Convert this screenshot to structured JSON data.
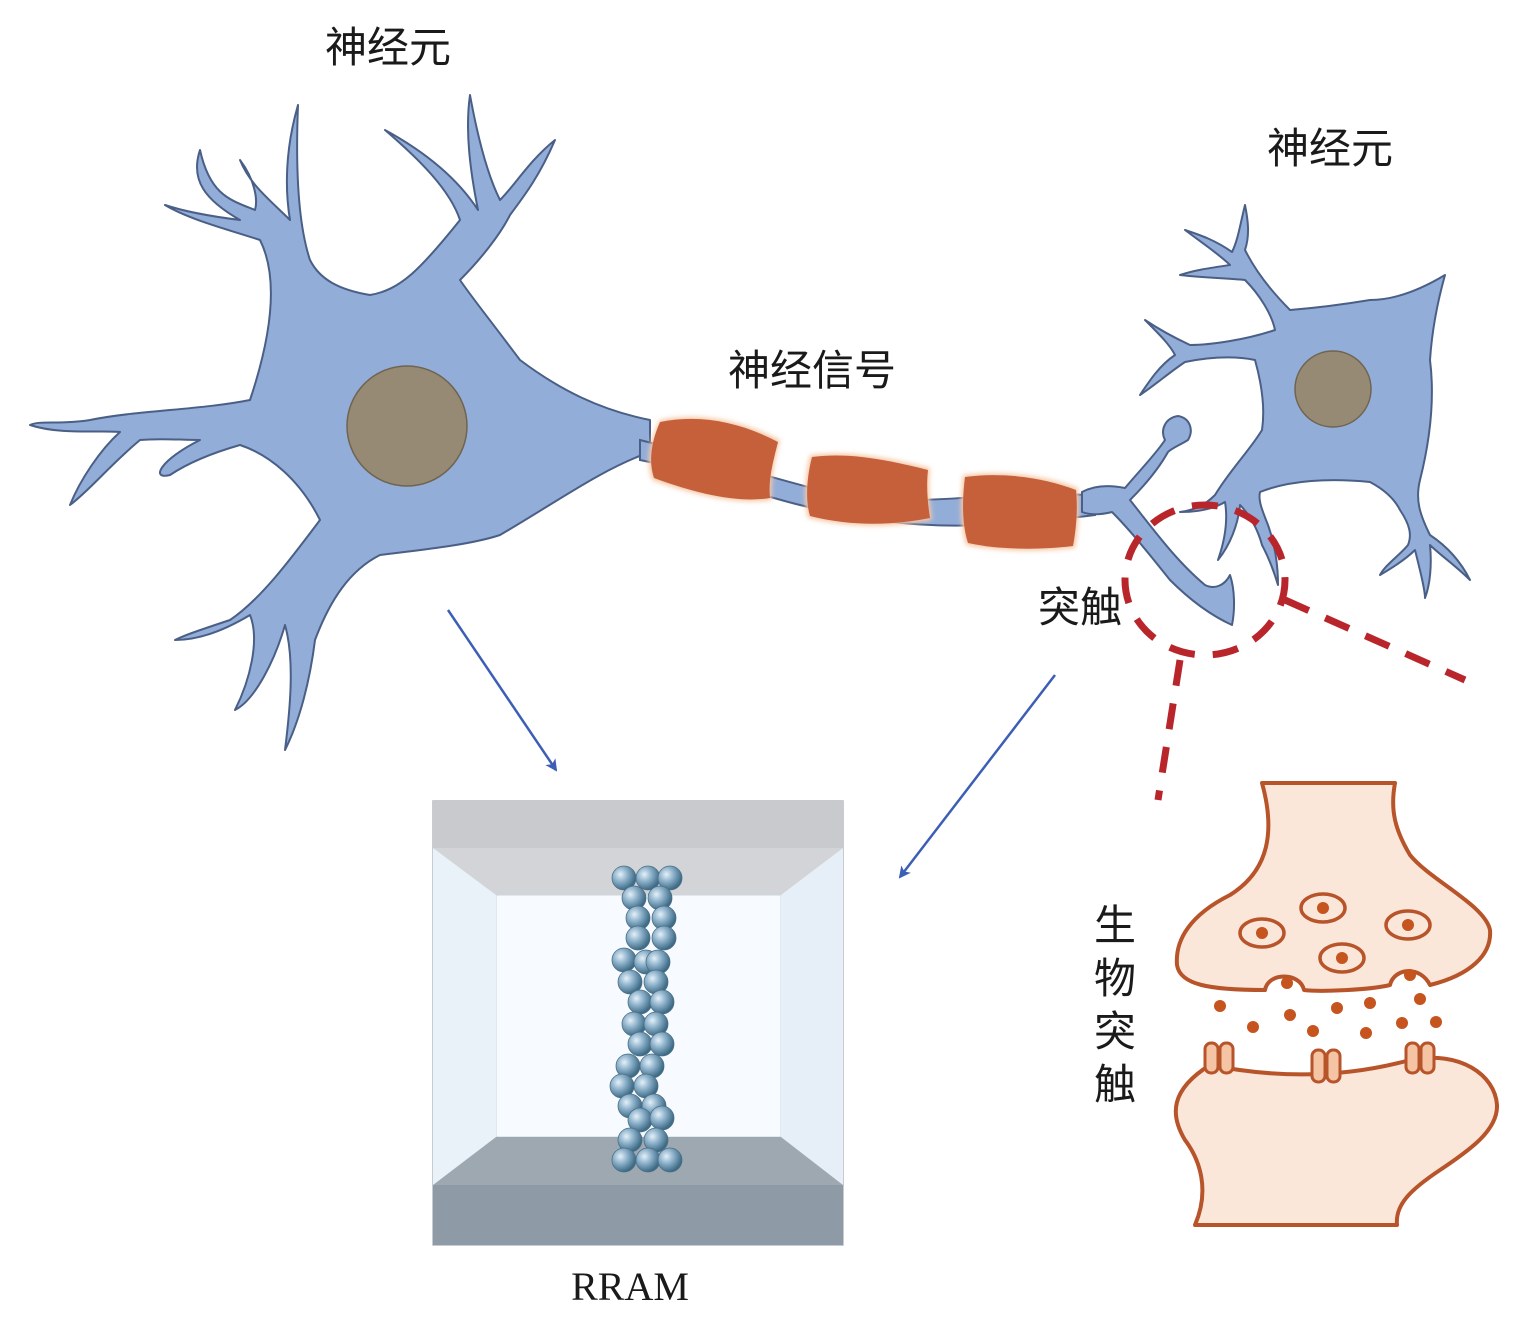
{
  "labels": {
    "neuron_left": "神经元",
    "neuron_right": "神经元",
    "nerve_signal": "神经信号",
    "synapse": "突触",
    "bio_synapse_chars": [
      "生",
      "物",
      "突",
      "触"
    ],
    "rram": "RRAM"
  },
  "colors": {
    "neuron_fill": "#93add9",
    "neuron_stroke": "#4a5f86",
    "nucleus_fill": "#968a74",
    "myelin_fill": "#c5603a",
    "myelin_glow": "#f6c9a8",
    "arrow": "#3c5fb5",
    "dashed_highlight": "#b8262c",
    "synapse_fill": "#fbe6da",
    "synapse_stroke": "#b8542a",
    "electrode_top": "#c9cacd",
    "electrode_bottom": "#8e9aa5",
    "filament_sphere": "#8fb3cc"
  }
}
